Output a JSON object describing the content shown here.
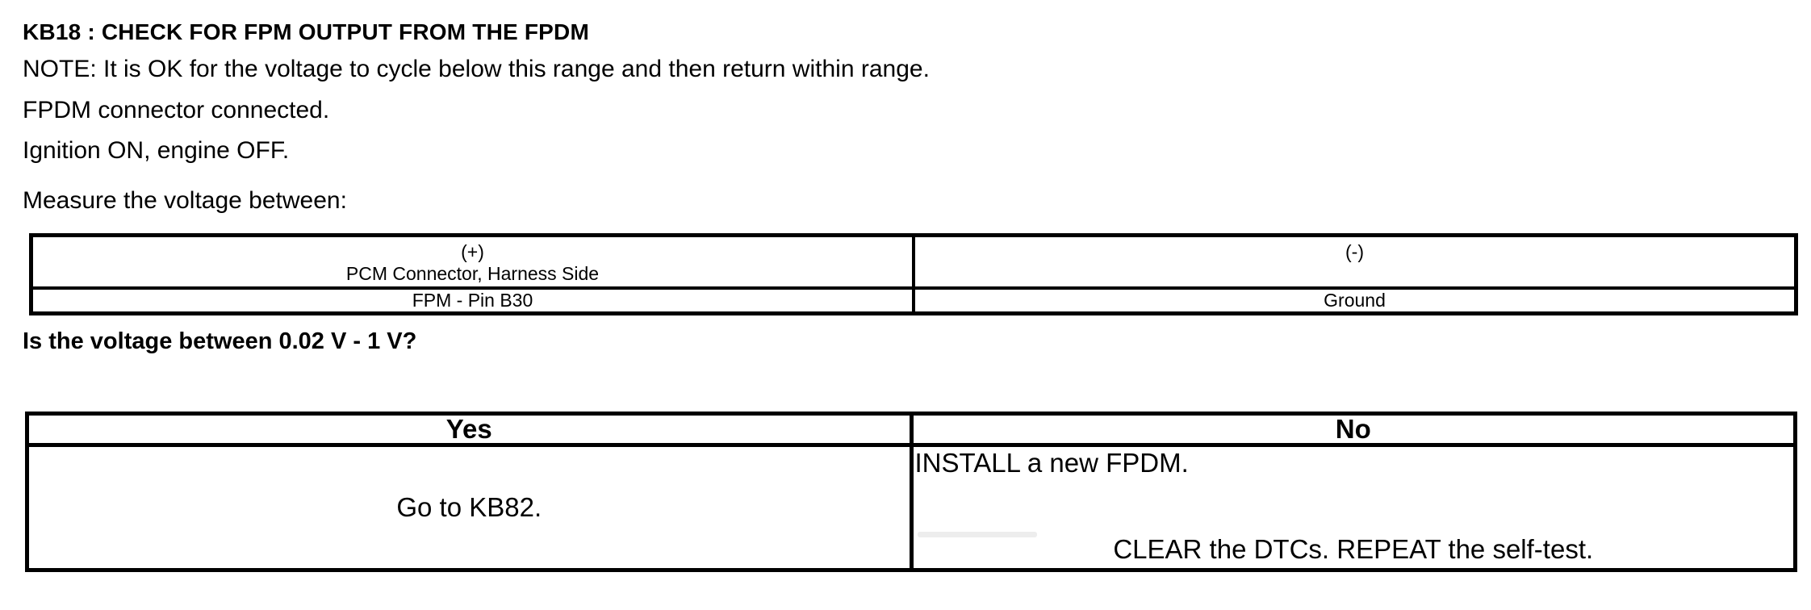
{
  "page": {
    "title": "KB18 : CHECK FOR FPM OUTPUT FROM THE FPDM",
    "lines": [
      "NOTE: It is OK for the voltage to cycle below this range and then return within range.",
      "FPDM connector connected.",
      "Ignition ON, engine OFF.",
      "Measure the voltage between:"
    ],
    "question": "Is the voltage between 0.02 V - 1 V?"
  },
  "measurement_table": {
    "header": {
      "positive_sign": "(+)",
      "positive_label": "PCM Connector, Harness Side",
      "negative_sign": "(-)"
    },
    "row": {
      "positive": "FPM - Pin B30",
      "negative": "Ground"
    }
  },
  "decision_table": {
    "yes": {
      "header": "Yes",
      "action": "Go to KB82."
    },
    "no": {
      "header": "No",
      "action_1": "INSTALL a new FPDM.",
      "action_2": "CLEAR the DTCs. REPEAT the self-test."
    }
  },
  "colors": {
    "text": "#000000",
    "border": "#000000",
    "background": "#ffffff"
  }
}
